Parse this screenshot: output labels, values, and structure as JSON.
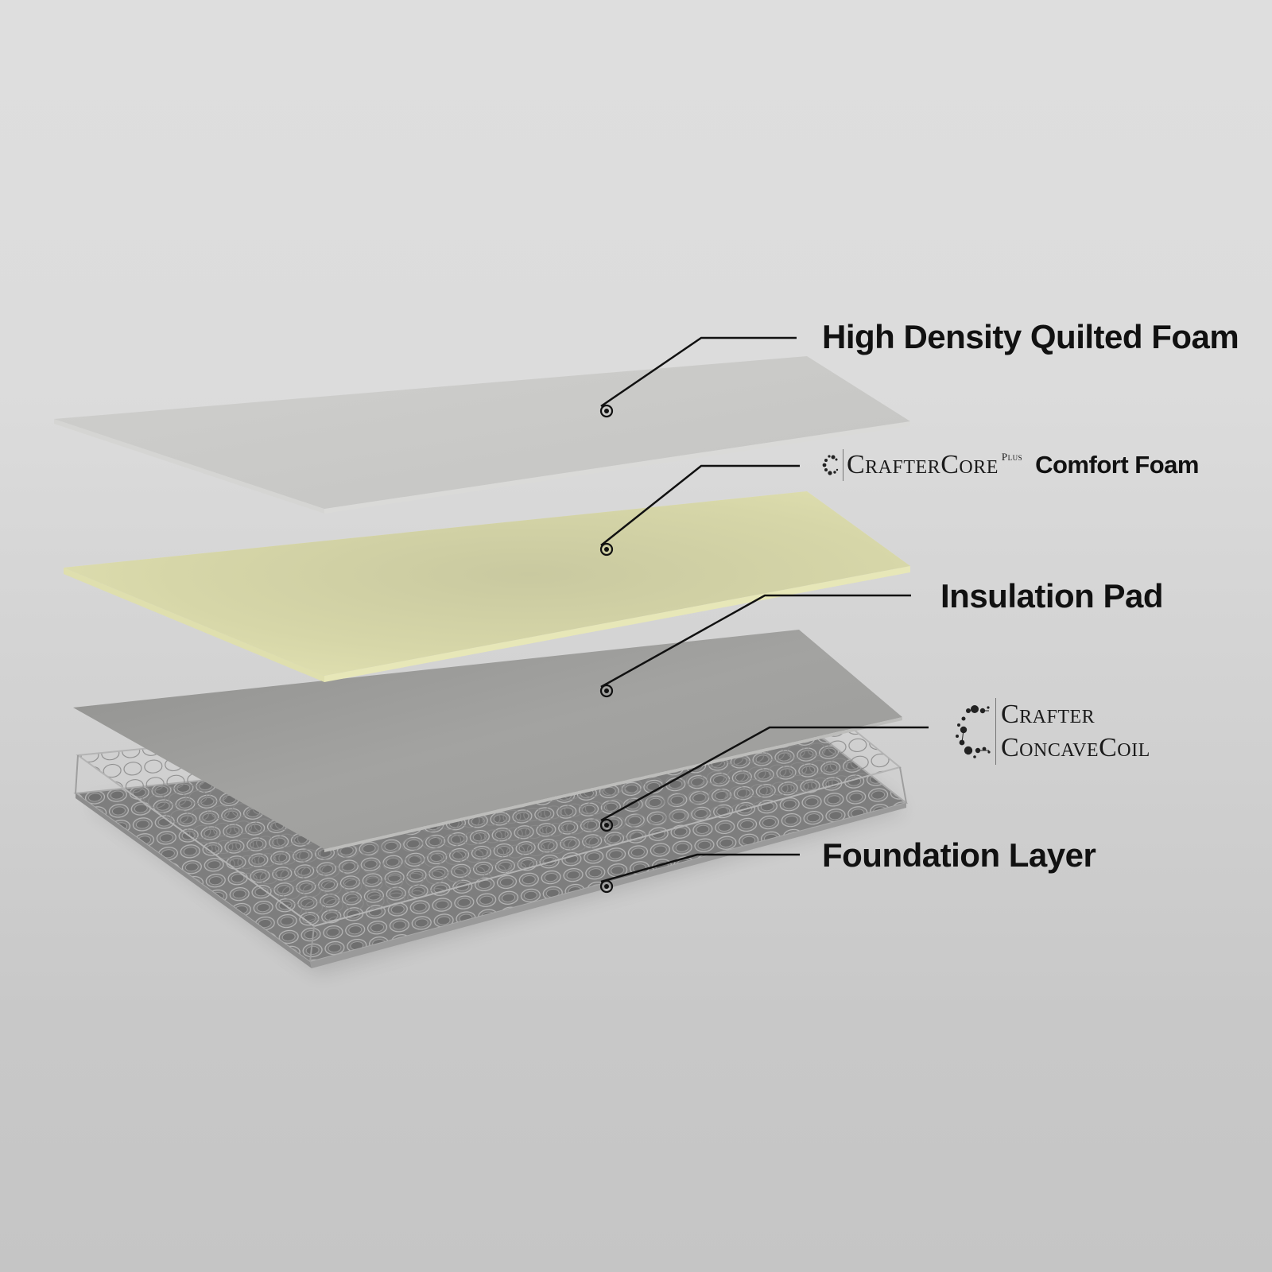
{
  "diagram": {
    "type": "exploded-layer-diagram",
    "subject": "mattress layers",
    "background_colors": {
      "top": "#dedede",
      "bottom": "#c5c5c5"
    },
    "layers": [
      {
        "id": "top-foam",
        "label": "High Density Quilted Foam",
        "color": "#c9c9c7"
      },
      {
        "id": "comfort-foam",
        "brand": "CrafterCore",
        "brand_superscript": "Plus",
        "label": "Comfort Foam",
        "color": "#dcdcac"
      },
      {
        "id": "insulation-pad",
        "label": "Insulation Pad",
        "color": "#9b9b99"
      },
      {
        "id": "coil",
        "brand_line1": "Crafter",
        "brand_line2": "ConcaveCoil",
        "color": "#8a8a8a"
      },
      {
        "id": "foundation",
        "label": "Foundation Layer",
        "color": "#7d7d7d"
      }
    ],
    "leader_color": "#111111"
  }
}
